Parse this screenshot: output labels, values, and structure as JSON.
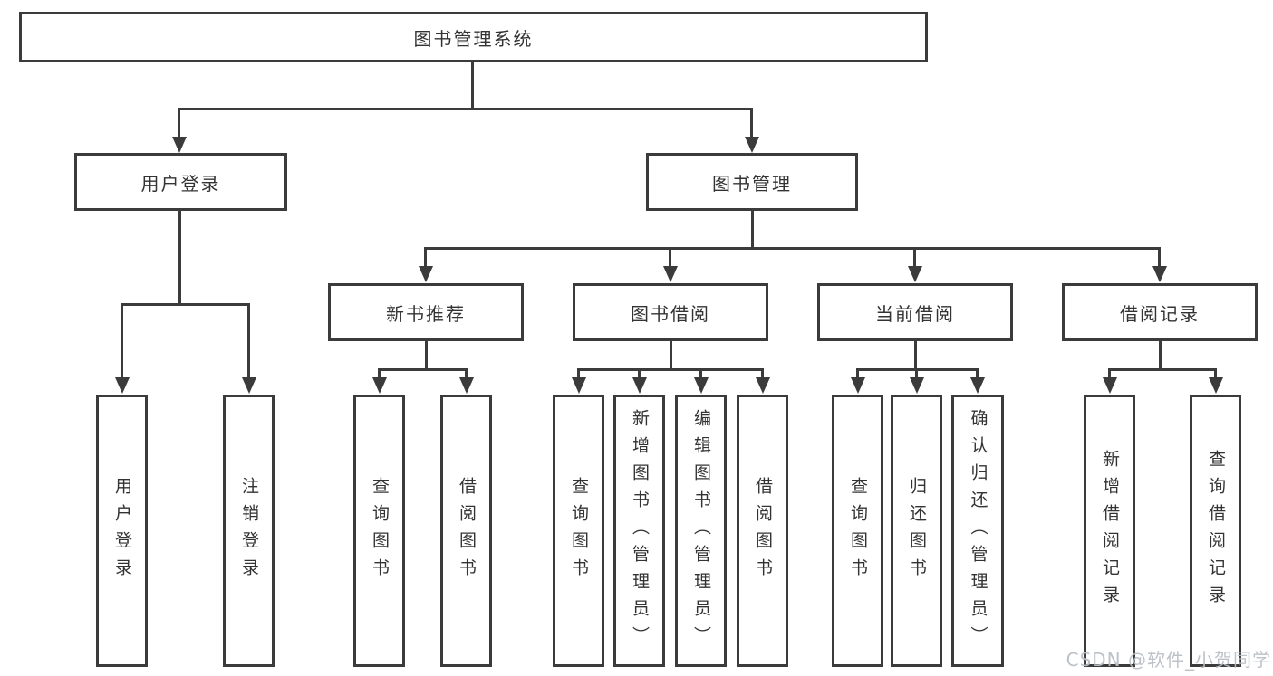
{
  "diagram": {
    "root": {
      "label": "图书管理系统"
    },
    "level2": {
      "user_login": {
        "label": "用户登录"
      },
      "book_mgmt": {
        "label": "图书管理"
      }
    },
    "user_login_children": [
      {
        "label": "用户登录"
      },
      {
        "label": "注销登录"
      }
    ],
    "book_mgmt_children": [
      {
        "label": "新书推荐"
      },
      {
        "label": "图书借阅"
      },
      {
        "label": "当前借阅"
      },
      {
        "label": "借阅记录"
      }
    ],
    "new_book_children": [
      {
        "label": "查询图书"
      },
      {
        "label": "借阅图书"
      }
    ],
    "book_borrow_children": [
      {
        "label": "查询图书"
      },
      {
        "label": "新增图书（管理员）"
      },
      {
        "label": "编辑图书（管理员）"
      },
      {
        "label": "借阅图书"
      }
    ],
    "current_borrow_children": [
      {
        "label": "查询图书"
      },
      {
        "label": "归还图书"
      },
      {
        "label": "确认归还（管理员）"
      }
    ],
    "borrow_record_children": [
      {
        "label": "新增借阅记录"
      },
      {
        "label": "查询借阅记录"
      }
    ]
  },
  "watermark": {
    "text": "CSDN @软件_小贺同学"
  },
  "colors": {
    "line": "#3b3b3b",
    "box_border": "#3b3b3b",
    "text": "#333333",
    "background": "#ffffff",
    "watermark": "#b9bfc5"
  }
}
